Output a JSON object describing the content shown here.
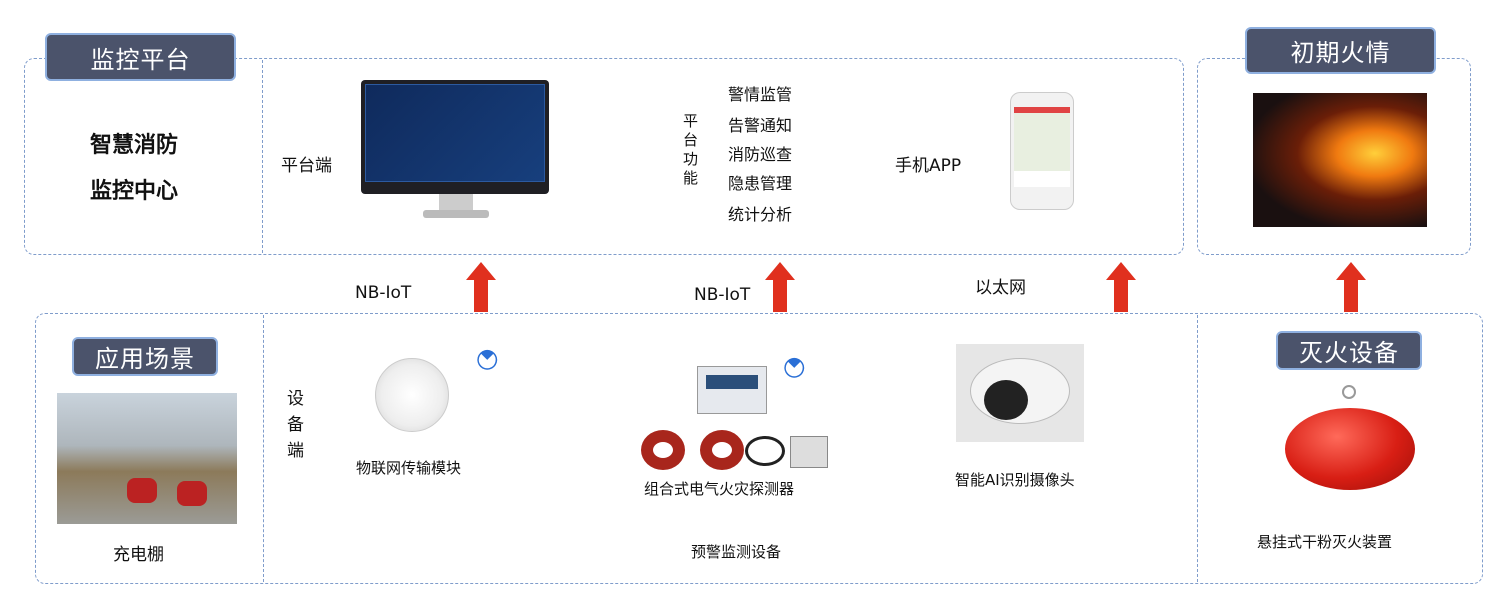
{
  "platform": {
    "tag": "监控平台",
    "center_line1": "智慧消防",
    "center_line2": "监控中心",
    "platform_end": "平台端",
    "functions_title": "平台功能",
    "functions": [
      "警情监管",
      "告警通知",
      "消防巡查",
      "隐患管理",
      "统计分析"
    ],
    "mobile_app": "手机APP"
  },
  "initial_fire": {
    "tag": "初期火情"
  },
  "links": [
    "NB-IoT",
    "NB-IoT",
    "以太网"
  ],
  "scene": {
    "tag": "应用场景",
    "name": "充电棚"
  },
  "devices": {
    "title": "设备端",
    "items": [
      "物联网传输模块",
      "组合式电气火灾探测器",
      "智能AI识别摄像头"
    ],
    "group_label": "预警监测设备"
  },
  "extinguish": {
    "tag": "灭火设备",
    "device": "悬挂式干粉灭火装置"
  },
  "colors": {
    "arrow": "#e0301e",
    "tag_bg": "#4b536b",
    "border": "#7f9ccb"
  }
}
